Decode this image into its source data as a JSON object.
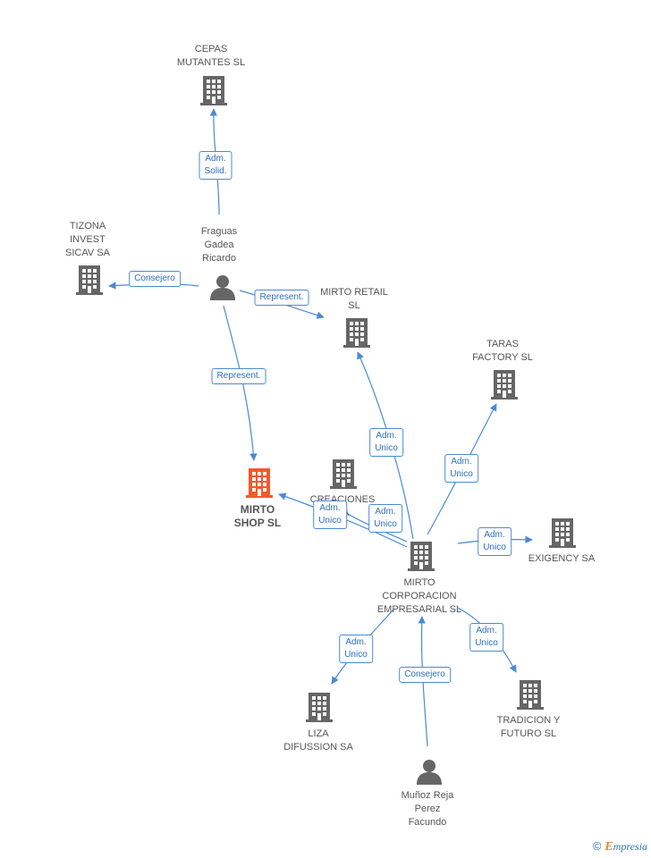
{
  "colors": {
    "edge": "#4a8ad6",
    "building": "#666666",
    "focus": "#f25a2a",
    "person": "#666666"
  },
  "nodes": {
    "cepas": {
      "label": "CEPAS\nMUTANTES SL",
      "icon": "building-icon"
    },
    "tizona": {
      "label": "TIZONA\nINVEST\nSICAV SA",
      "icon": "building-icon"
    },
    "fraguas": {
      "label": "Fraguas\nGadea\nRicardo",
      "icon": "person-icon"
    },
    "mirto_retail": {
      "label": "MIRTO RETAIL\nSL",
      "icon": "building-icon"
    },
    "taras": {
      "label": "TARAS\nFACTORY SL",
      "icon": "building-icon"
    },
    "mirto_shop": {
      "label": "MIRTO\nSHOP SL",
      "icon": "building-icon"
    },
    "creaciones": {
      "label": "CREACIONES\nSA",
      "icon": "building-icon"
    },
    "exigency": {
      "label": "EXIGENCY SA",
      "icon": "building-icon"
    },
    "mirto_corp": {
      "label": "MIRTO\nCORPORACION\nEMPRESARIAL SL",
      "icon": "building-icon"
    },
    "liza": {
      "label": "LIZA\nDIFUSSION SA",
      "icon": "building-icon"
    },
    "tradicion": {
      "label": "TRADICION Y\nFUTURO SL",
      "icon": "building-icon"
    },
    "munoz": {
      "label": "Muñoz Reja\nPerez\nFacundo",
      "icon": "person-icon"
    }
  },
  "edges": {
    "fraguas_cepas": "Adm.\nSolid.",
    "fraguas_tizona": "Consejero",
    "fraguas_retail": "Represent.",
    "fraguas_shop": "Represent.",
    "corp_retail": "Adm.\nUnico",
    "corp_taras": "Adm.\nUnico",
    "corp_shop": "Adm.\nUnico",
    "corp_creaciones": "Adm.\nUnico",
    "corp_exigency": "Adm.\nUnico",
    "corp_liza": "Adm.\nUnico",
    "corp_tradicion": "Adm.\nUnico",
    "munoz_corp": "Consejero"
  },
  "copyright": {
    "symbol": "©",
    "brand_initial": "E",
    "brand_rest": "mpresia"
  }
}
